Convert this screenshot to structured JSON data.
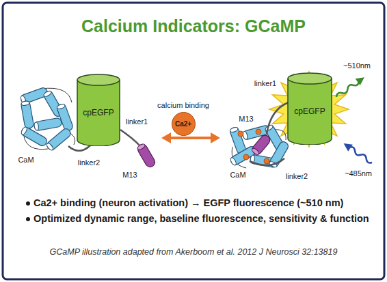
{
  "diagram": {
    "title": "Calcium Indicators: GCaMP",
    "caption": "GCaMP illustration adapted from Akerboom et al. 2012 J Neurosci 32:13819",
    "nodes": [
      {
        "text": [
          "cpEGFP"
        ]
      },
      {
        "text": [
          "calcium binding",
          "Ca2+"
        ]
      },
      {
        "text": [
          "cpEGFP"
        ]
      }
    ],
    "labels": [
      "CaM",
      "linker2",
      "linker1",
      "M13",
      "linker1",
      "M13",
      "CaM",
      "linker2",
      "~510nm",
      "~485nm",
      "Ca2+ binding (neuron activation) → EGFP fluorescence (~510 nm)",
      "Optimized dynamic range, baseline fluorescence, sensitivity & function"
    ]
  }
}
